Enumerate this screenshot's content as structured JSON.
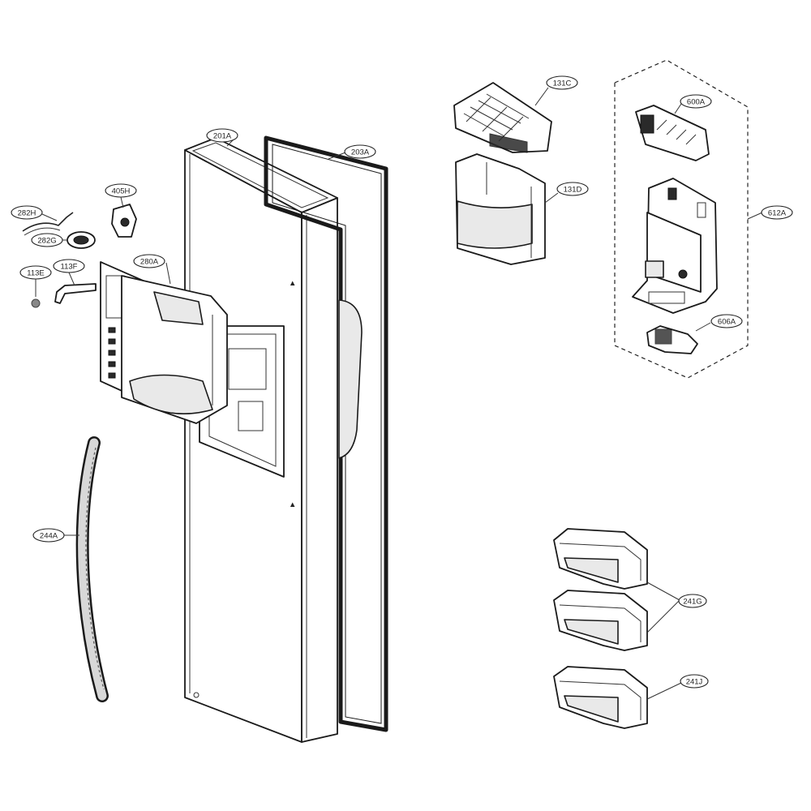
{
  "diagram": {
    "callouts": {
      "c201A": "201A",
      "c203A": "203A",
      "c405H": "405H",
      "c282H": "282H",
      "c282G": "282G",
      "c113E": "113E",
      "c113F": "113F",
      "c280A": "280A",
      "c244A": "244A",
      "c131C": "131C",
      "c131D": "131D",
      "c600A": "600A",
      "c612A": "612A",
      "c606A": "606A",
      "c241G": "241G",
      "c241J": "241J"
    }
  }
}
